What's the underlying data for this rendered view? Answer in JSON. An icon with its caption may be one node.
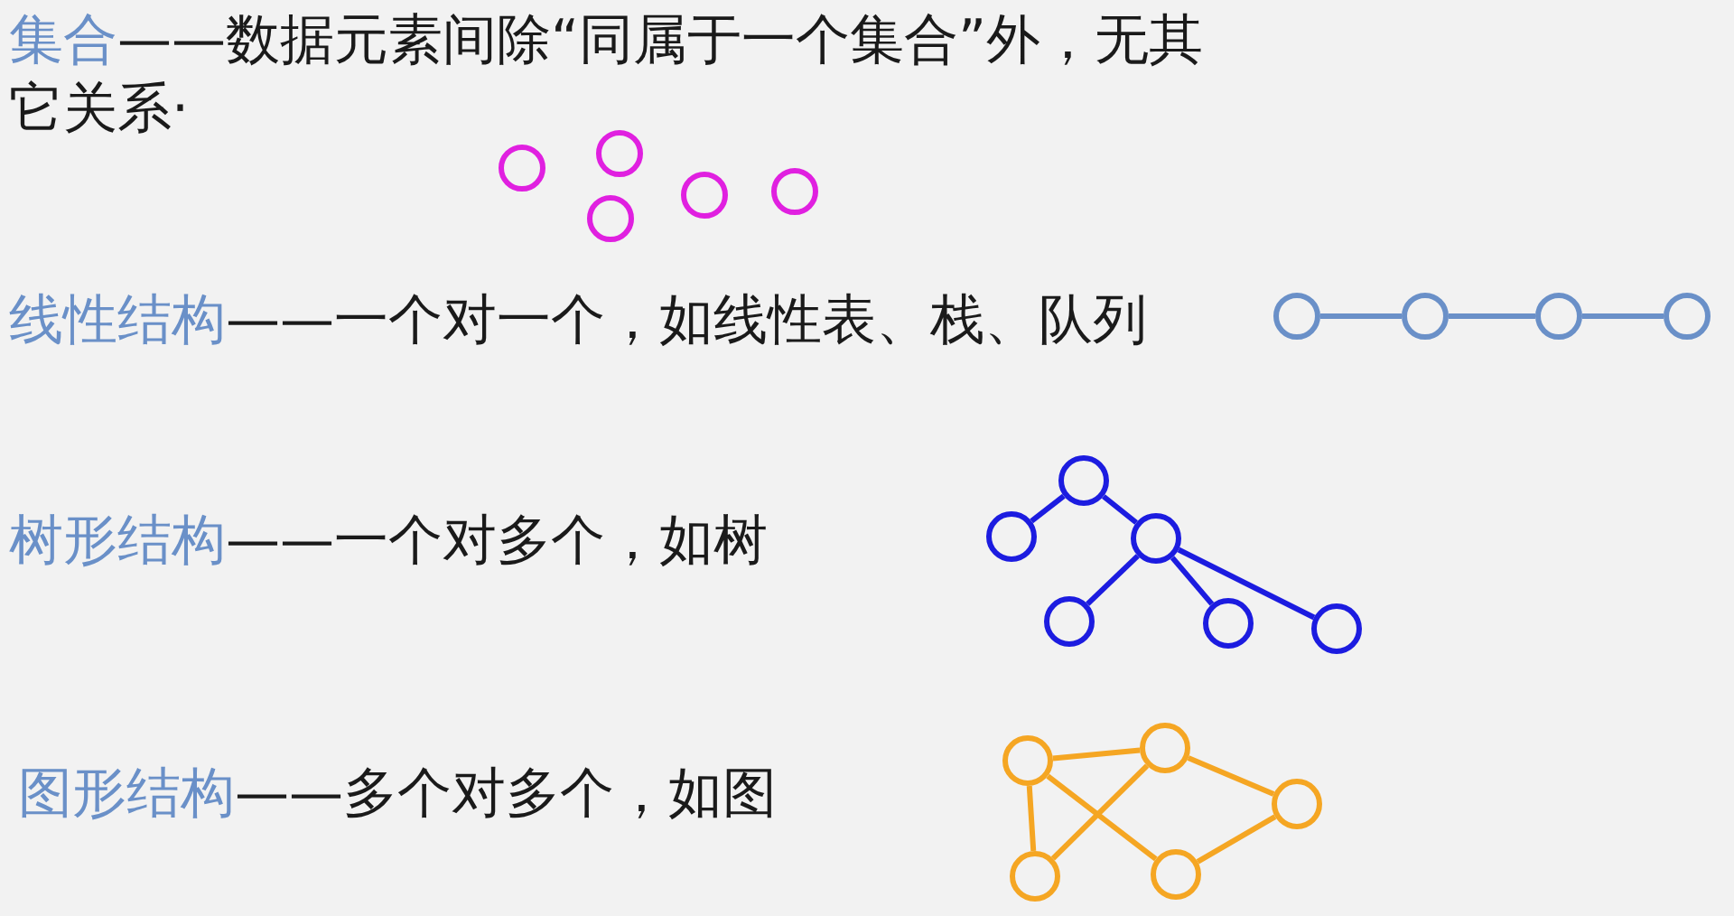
{
  "diagram": {
    "nodes": [
      {
        "text": [],
        "shape": "circle"
      },
      {
        "text": [],
        "shape": "circle"
      },
      {
        "text": [],
        "shape": "circle"
      },
      {
        "text": [],
        "shape": "circle"
      },
      {
        "text": [],
        "shape": "circle"
      },
      {
        "text": [],
        "shape": "circle"
      },
      {
        "text": [],
        "shape": "circle"
      },
      {
        "text": [],
        "shape": "circle"
      },
      {
        "text": [],
        "shape": "circle"
      },
      {
        "text": [],
        "shape": "circle"
      },
      {
        "text": [],
        "shape": "circle"
      },
      {
        "text": [],
        "shape": "circle"
      },
      {
        "text": [],
        "shape": "circle"
      },
      {
        "text": [],
        "shape": "circle"
      },
      {
        "text": [],
        "shape": "circle"
      },
      {
        "text": [],
        "shape": "circle"
      },
      {
        "text": [],
        "shape": "circle"
      },
      {
        "text": [],
        "shape": "circle"
      },
      {
        "text": [],
        "shape": "circle"
      },
      {
        "text": [],
        "shape": "circle"
      }
    ],
    "edges": [
      {
        "from": 5,
        "to": 6,
        "arrow": "none",
        "color": "#6a90c8"
      },
      {
        "from": 6,
        "to": 7,
        "arrow": "none",
        "color": "#6a90c8"
      },
      {
        "from": 7,
        "to": 8,
        "arrow": "none",
        "color": "#6a90c8"
      },
      {
        "from": 9,
        "to": 10,
        "arrow": "none",
        "color": "#1c1ce0"
      },
      {
        "from": 9,
        "to": 11,
        "arrow": "none",
        "color": "#1c1ce0"
      },
      {
        "from": 11,
        "to": 12,
        "arrow": "none",
        "color": "#1c1ce0"
      },
      {
        "from": 11,
        "to": 13,
        "arrow": "none",
        "color": "#1c1ce0"
      },
      {
        "from": 11,
        "to": 14,
        "arrow": "none",
        "color": "#1c1ce0"
      },
      {
        "from": 15,
        "to": 16,
        "arrow": "none"
      },
      {
        "from": 15,
        "to": 18,
        "arrow": "none"
      },
      {
        "from": 15,
        "to": 19,
        "arrow": "none"
      },
      {
        "from": 16,
        "to": 18,
        "arrow": "none"
      },
      {
        "from": 16,
        "to": 17,
        "arrow": "none"
      },
      {
        "from": 17,
        "to": 19,
        "arrow": "none"
      }
    ],
    "labels": [
      "集合",
      "——数据元素间除“同属于一个集合”外，无其它关系·",
      "线性结构",
      "——一个对一个，如线性表、栈、队列",
      "树形结构",
      "——一个对多个，如树",
      "图形结构",
      "——多个对多个，如图"
    ]
  }
}
